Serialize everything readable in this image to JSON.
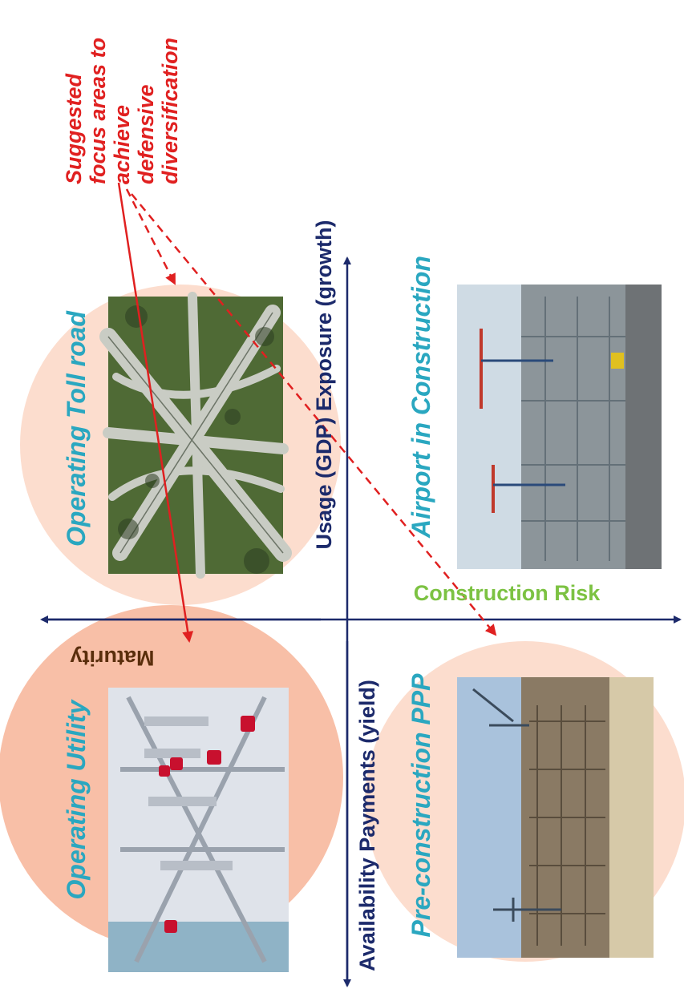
{
  "quadrants": {
    "top_left": "Operating Toll road",
    "bottom_left": "Operating Utility",
    "top_right": "Airport in Construction",
    "bottom_right": "Pre-construction PPP"
  },
  "axes": {
    "up_label": "Usage (GDP) Exposure (growth)",
    "down_label": "Availability Payments (yield)",
    "right_label": "Construction Risk",
    "left_label": "Maturity"
  },
  "callout": {
    "lines": [
      "Suggested",
      "focus areas to",
      "achieve",
      "defensive",
      "diversification"
    ]
  },
  "colors": {
    "axis": "#1c2a6b",
    "callout": "#e02020",
    "quadrant_title": "#2aa7c0",
    "construction_risk": "#7cc242",
    "maturity": "#5a2e0c",
    "bubble_light": "#fbd7c6",
    "bubble_strong": "#f6a98a"
  },
  "images": [
    {
      "name": "toll-road-photo",
      "subject": "aerial highway interchange"
    },
    {
      "name": "airport-construction-photo",
      "subject": "airport terminal construction site with cranes"
    },
    {
      "name": "utility-photo",
      "subject": "electrical substation insulators"
    },
    {
      "name": "ppp-construction-photo",
      "subject": "building under construction with tower cranes"
    }
  ]
}
